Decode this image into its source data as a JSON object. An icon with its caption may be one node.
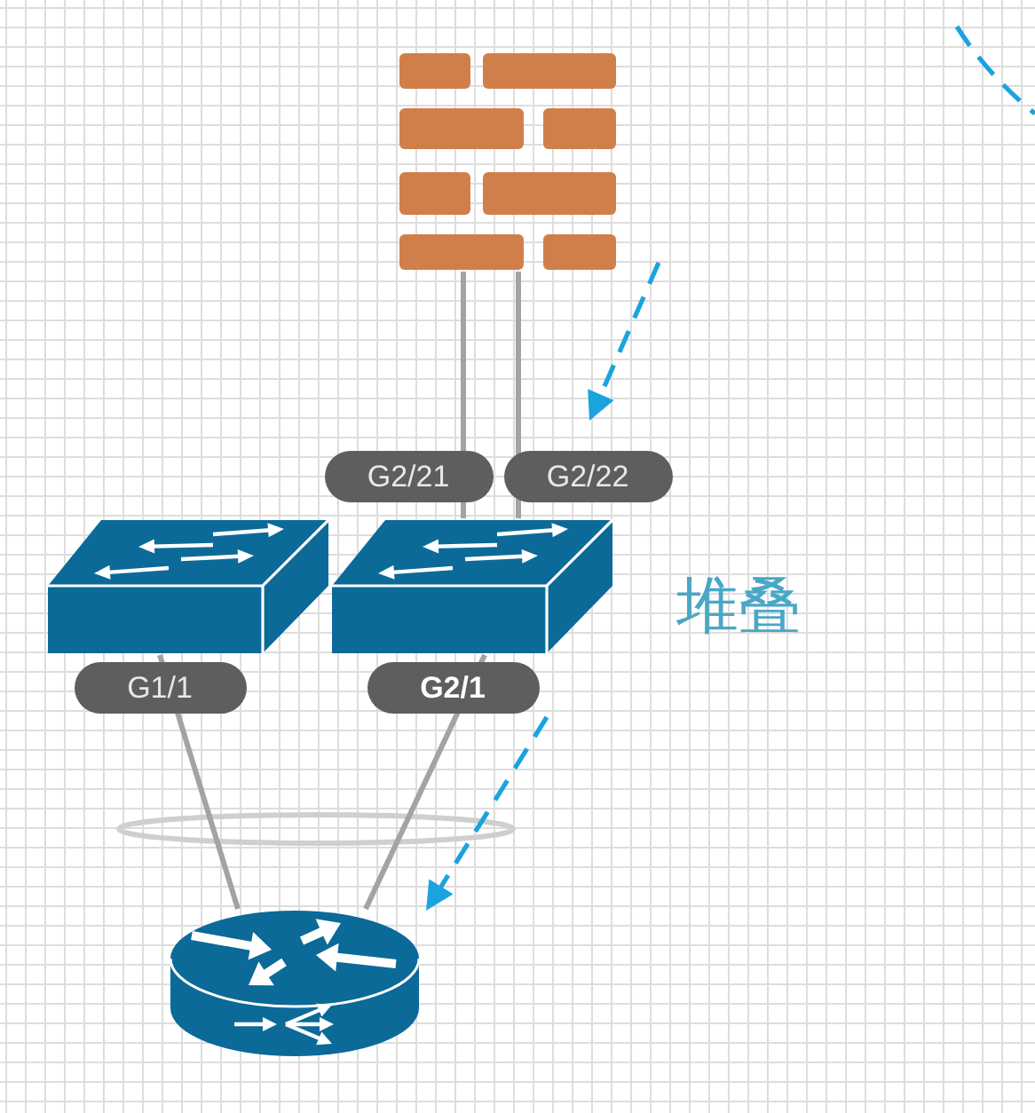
{
  "diagram": {
    "nodes": [
      {
        "text": [],
        "shape": "picture"
      },
      {
        "text": [],
        "shape": "picture"
      },
      {
        "text": [],
        "shape": "picture"
      },
      {
        "text": [],
        "shape": "picture"
      }
    ],
    "edges": [
      {
        "from": 0,
        "to": 2,
        "arrow": "none",
        "label": "G2/21"
      },
      {
        "from": 0,
        "to": 2,
        "arrow": "none",
        "label": "G2/22"
      },
      {
        "from": 1,
        "to": 3,
        "arrow": "none",
        "label": "G1/1"
      },
      {
        "from": 2,
        "to": 3,
        "arrow": "none",
        "label": "G2/1"
      }
    ],
    "labels": [
      "堆叠"
    ]
  }
}
